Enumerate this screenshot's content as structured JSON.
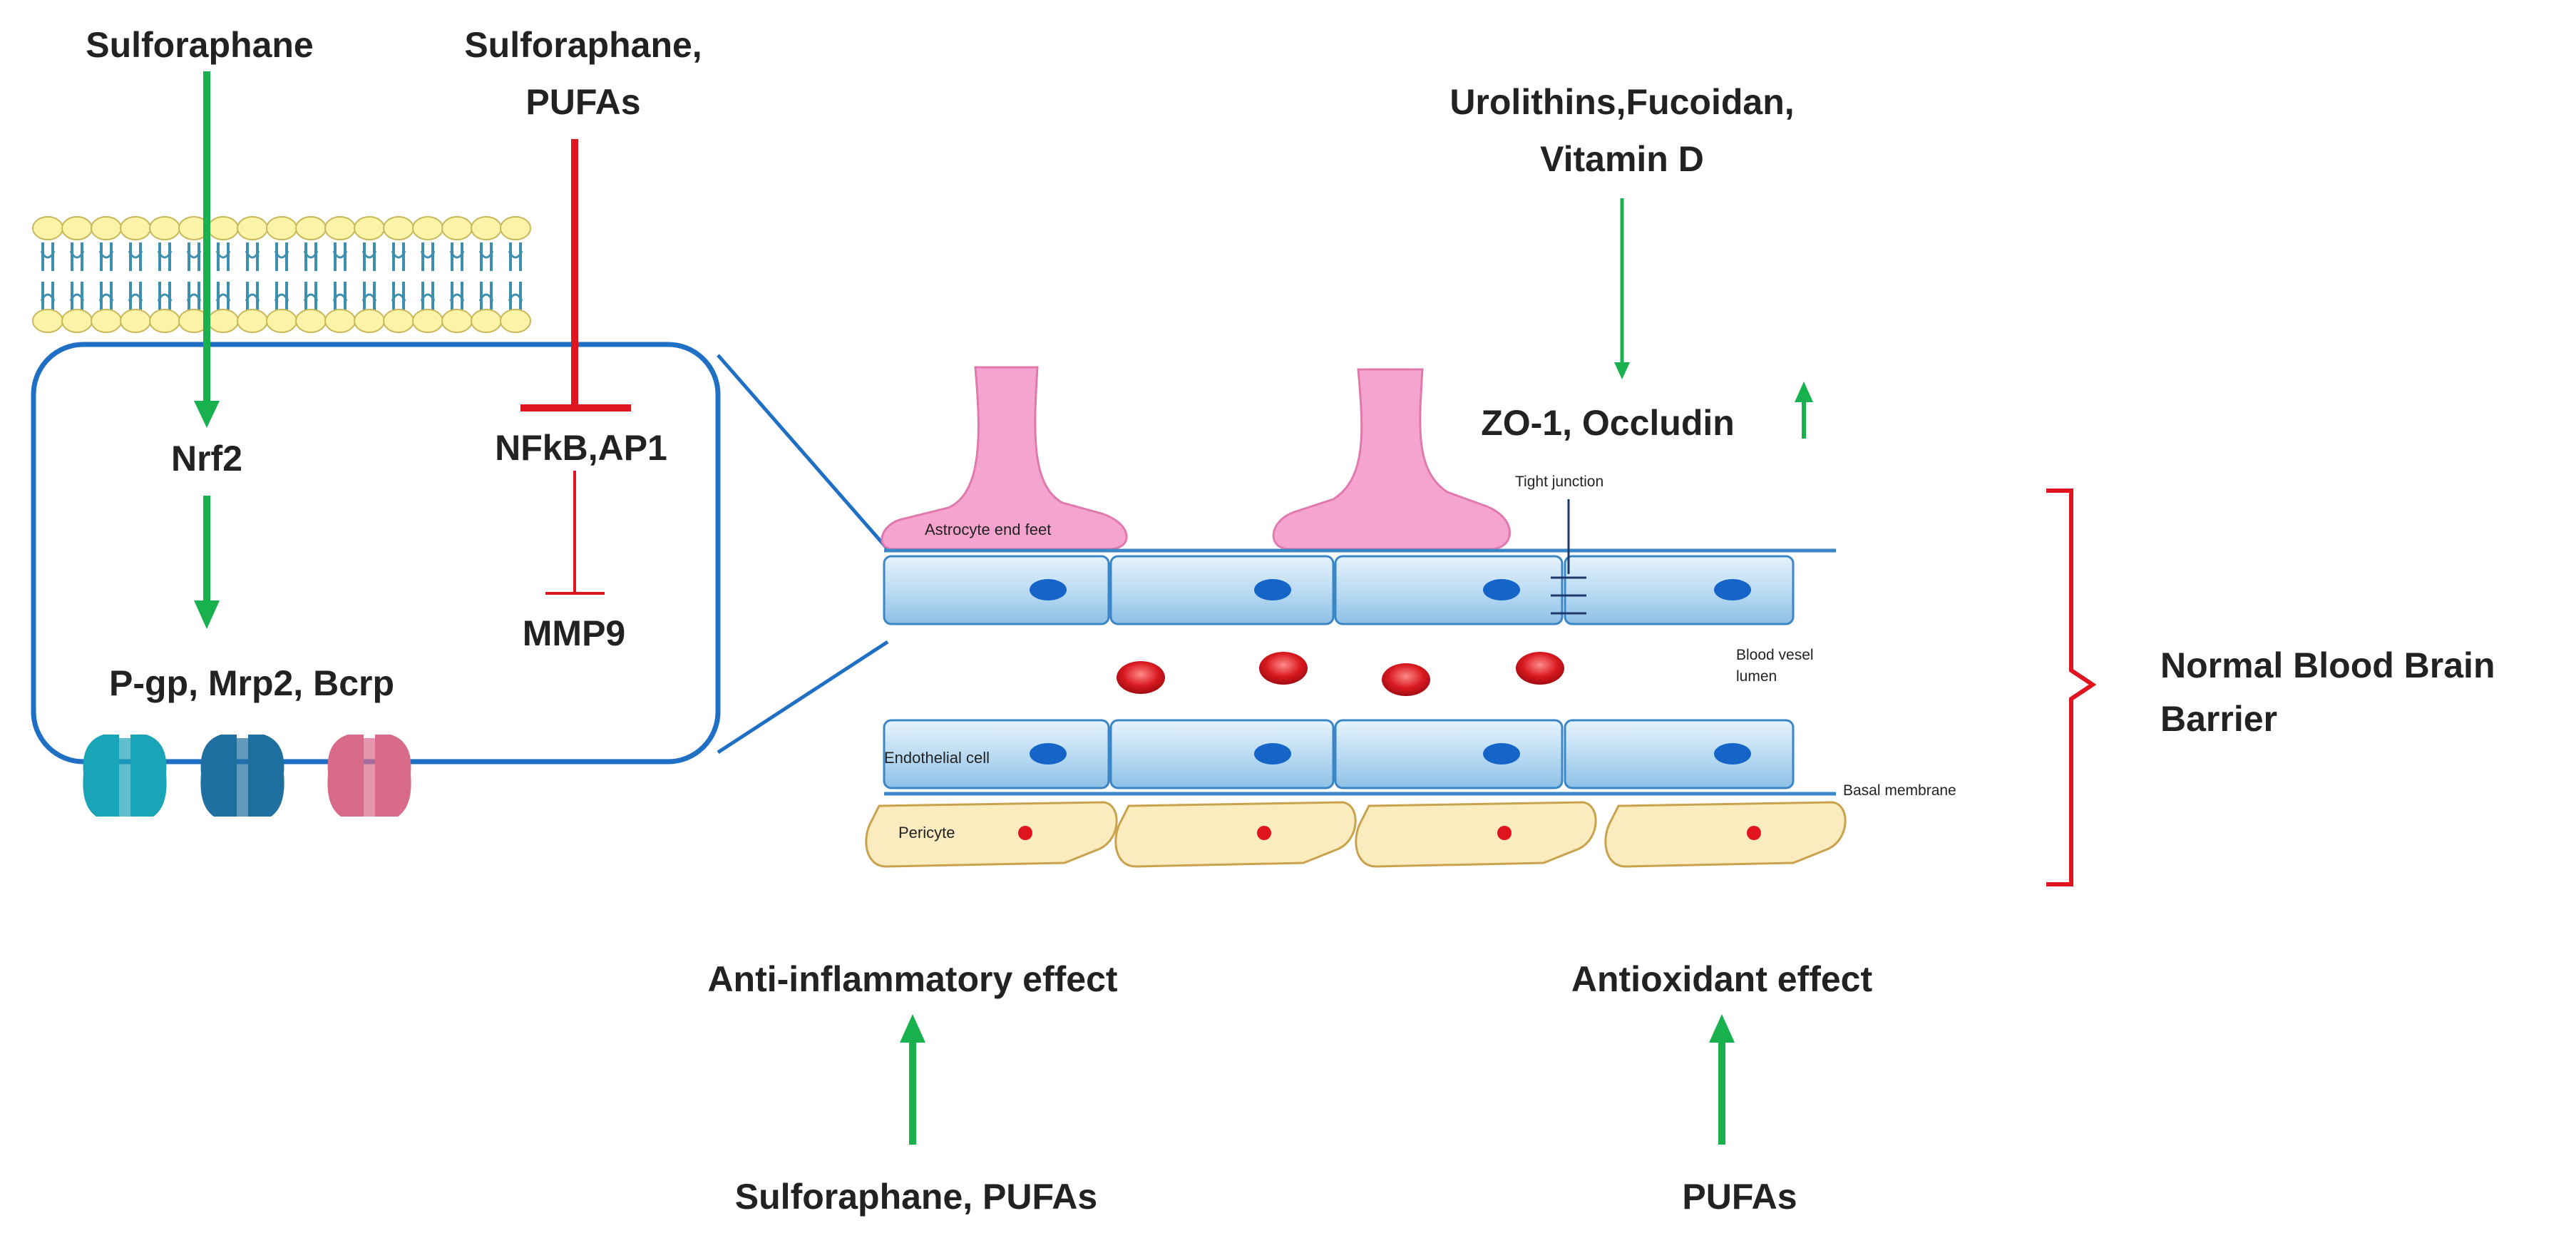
{
  "colors": {
    "activate": "#19b14d",
    "inhibit": "#e0141e",
    "cell_box": "#1f6fc4",
    "endothelial_fill": "#bcdcf3",
    "endothelial_stroke": "#3a86c6",
    "nucleus": "#1565c8",
    "astrocyte": "#f5a3cf",
    "pericyte_fill": "#fbecc0",
    "pericyte_stroke": "#c9a24d",
    "rbc": "#d81920",
    "bracket": "#e0141e",
    "membrane_head": "#fbf3a8",
    "membrane_tail": "#3d8fb0",
    "transporter_pgp": "#1aa4b8",
    "transporter_mrp2": "#1f6fa0",
    "transporter_bcrp": "#d86a8a"
  },
  "labels": {
    "sulforaphane_top": "Sulforaphane",
    "sulforaphane_pufas_top_1": "Sulforaphane,",
    "sulforaphane_pufas_top_2": "PUFAs",
    "urolithins_1": "Urolithins,Fucoidan,",
    "urolithins_2": "Vitamin D",
    "zo1_occludin": "ZO-1, Occludin",
    "nrf2": "Nrf2",
    "nfkb_ap1": "NFkB,AP1",
    "mmp9": "MMP9",
    "transporters": "P-gp, Mrp2, Bcrp",
    "normal_bbb_1": "Normal Blood Brain",
    "normal_bbb_2": "Barrier",
    "anti_inflammatory": "Anti-inflammatory effect",
    "antioxidant": "Antioxidant effect",
    "sulforaphane_pufas_bottom": "Sulforaphane, PUFAs",
    "pufas_bottom": "PUFAs"
  },
  "bbb_labels": {
    "astrocyte_end_feet": "Astrocyte end feet",
    "tight_junction": "Tight junction",
    "blood_vessel_lumen_1": "Blood vesel",
    "blood_vessel_lumen_2": "lumen",
    "endothelial_cell": "Endothelial cell",
    "basal_membrane": "Basal membrane",
    "pericyte": "Pericyte"
  }
}
